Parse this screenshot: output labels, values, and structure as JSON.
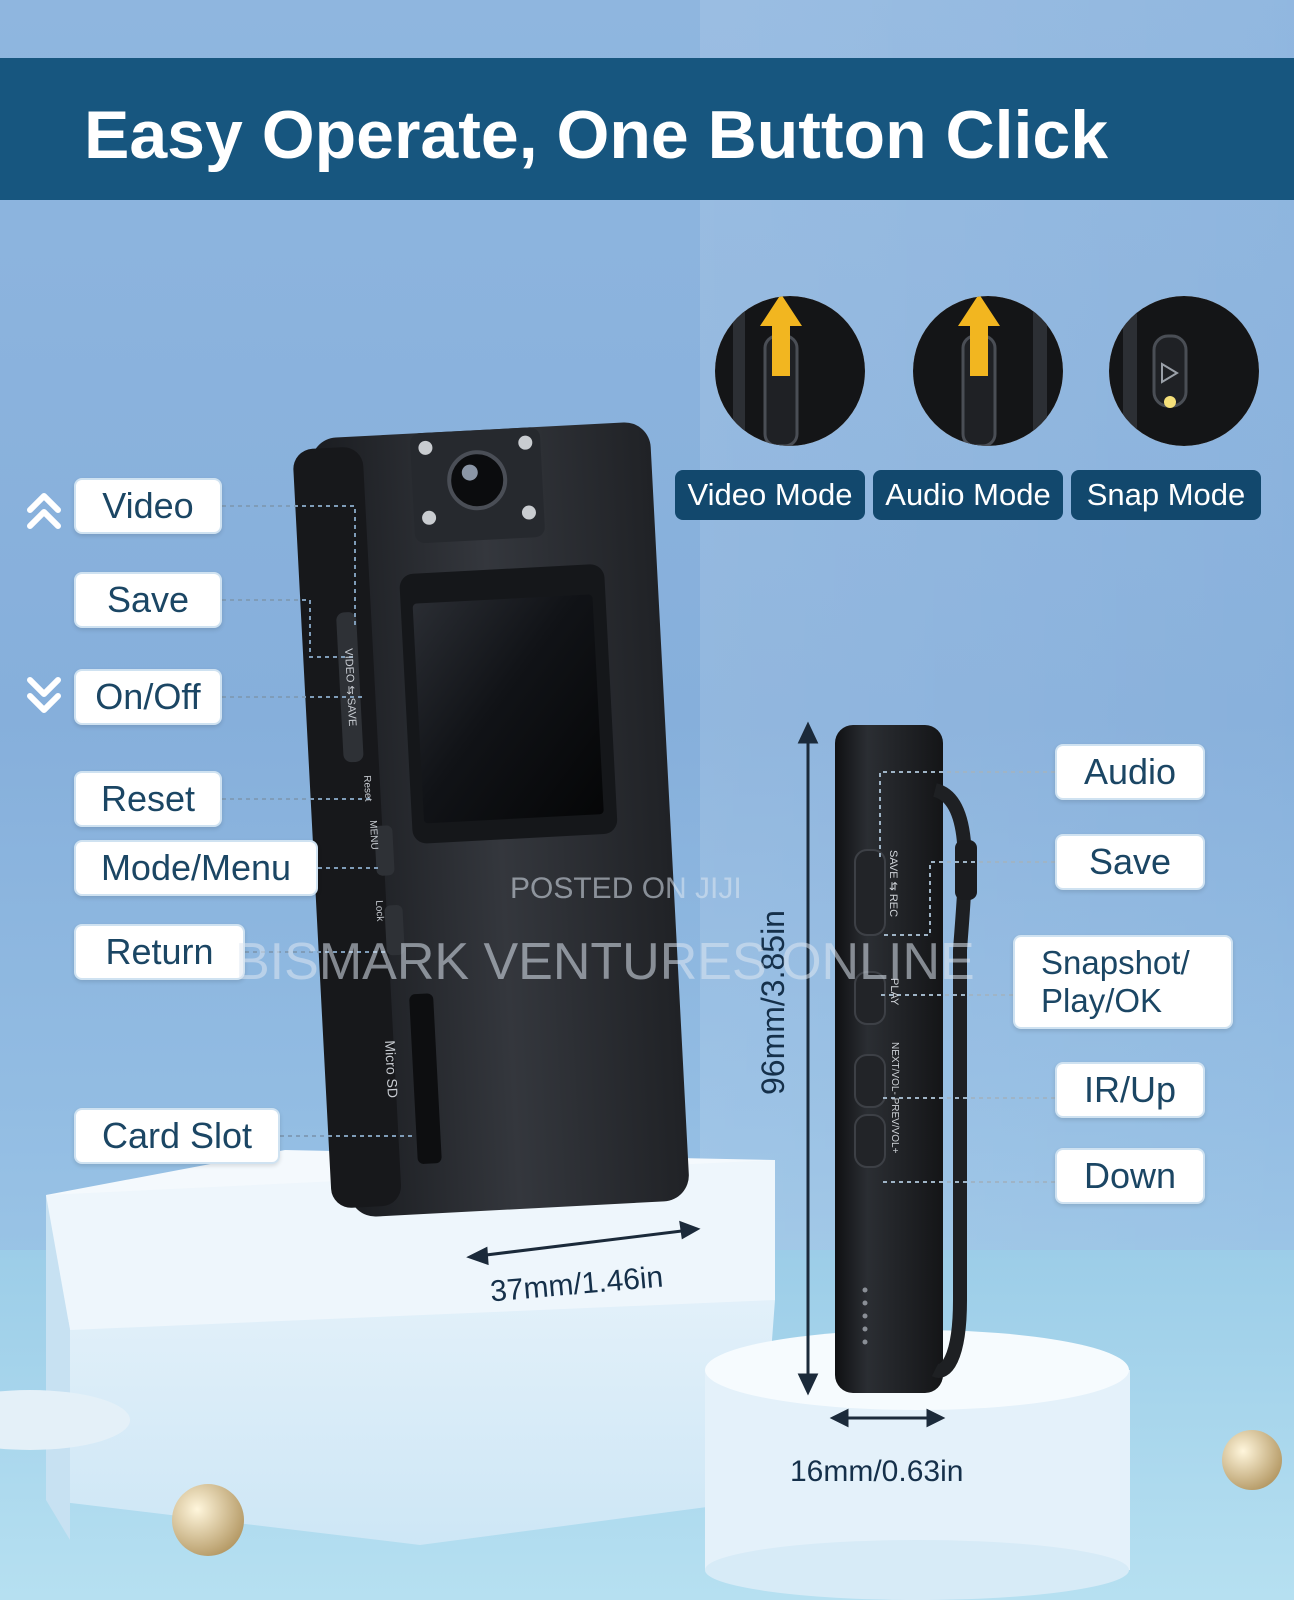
{
  "header": {
    "title": "Easy Operate, One Button Click"
  },
  "left_labels": {
    "video": "Video",
    "save": "Save",
    "on_off": "On/Off",
    "reset": "Reset",
    "mode_menu": "Mode/Menu",
    "return": "Return",
    "card_slot": "Card Slot"
  },
  "modes": {
    "video_mode": "Video Mode",
    "audio_mode": "Audio Mode",
    "snap_mode": "Snap Mode"
  },
  "right_labels": {
    "audio": "Audio",
    "save": "Save",
    "snapshot_line1": "Snapshot/",
    "snapshot_line2": "Play/OK",
    "ir_up": "IR/Up",
    "down": "Down"
  },
  "dimensions": {
    "width": "37mm/1.46in",
    "height": "96mm/3.85in",
    "depth": "16mm/0.63in"
  },
  "device_markings": {
    "video_save": "VIDEO ⇆ SAVE",
    "save_rec": "SAVE ⇆ REC",
    "play": "PLAY",
    "next_prev": "NEXT/VOL- PREV/VOL+",
    "micro_sd": "Micro SD",
    "menu": "MENU",
    "lock": "Lock",
    "reset": "Reset"
  },
  "watermark": {
    "posted": "POSTED ON JIJI",
    "seller": "BISMARK VENTURES ONLINE"
  },
  "colors": {
    "banner": "#17567f",
    "label_text": "#1b4664",
    "pill": "#12486d",
    "arrow": "#f2b620"
  }
}
